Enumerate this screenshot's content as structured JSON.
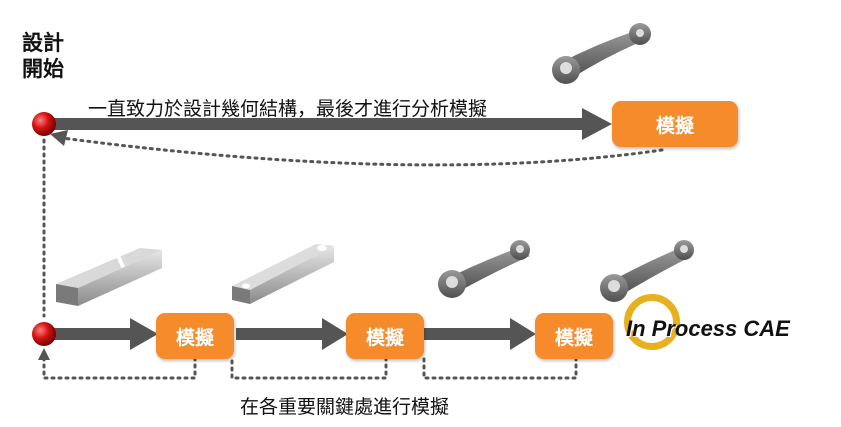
{
  "start_label": "設計\n開始",
  "top_caption": "一直致力於設計幾何結構，最後才進行分析模擬",
  "bottom_caption": "在各重要關鍵處進行模擬",
  "sim_label": "模擬",
  "brand": "In Process CAE",
  "colors": {
    "box": "#f58b2a",
    "arrow": "#555555",
    "dot": "#cc1010",
    "ring": "#e8b01e"
  }
}
